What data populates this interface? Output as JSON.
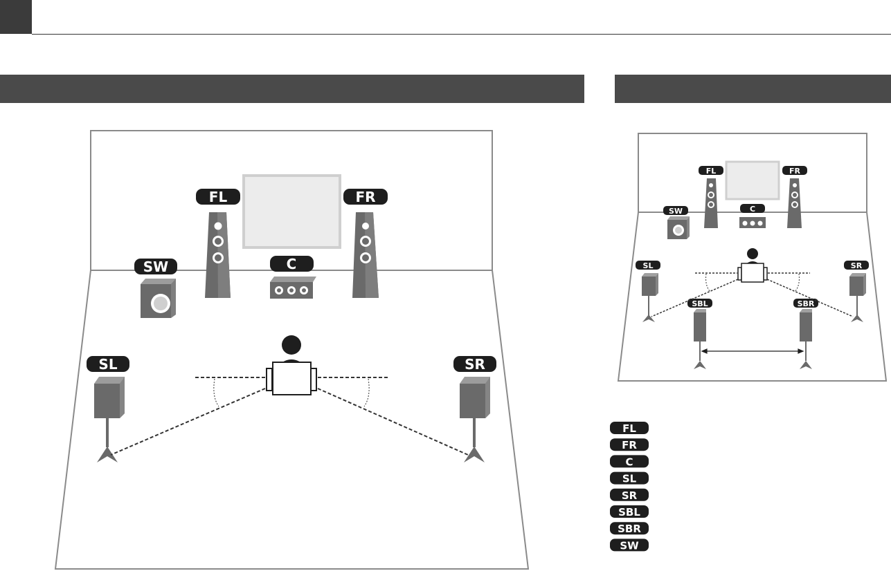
{
  "header": {
    "title": ""
  },
  "sections": [
    {
      "id": "left",
      "title": ""
    },
    {
      "id": "right",
      "title": ""
    }
  ],
  "diagram_large": {
    "labels": {
      "fl": "FL",
      "fr": "FR",
      "c": "C",
      "sw": "SW",
      "sl": "SL",
      "sr": "SR"
    }
  },
  "diagram_small": {
    "labels": {
      "fl": "FL",
      "fr": "FR",
      "c": "C",
      "sw": "SW",
      "sl": "SL",
      "sr": "SR",
      "sbl": "SBL",
      "sbr": "SBR"
    }
  },
  "legend": [
    {
      "badge": "FL",
      "text": ""
    },
    {
      "badge": "FR",
      "text": ""
    },
    {
      "badge": "C",
      "text": ""
    },
    {
      "badge": "SL",
      "text": ""
    },
    {
      "badge": "SR",
      "text": ""
    },
    {
      "badge": "SBL",
      "text": ""
    },
    {
      "badge": "SBR",
      "text": ""
    },
    {
      "badge": "SW",
      "text": ""
    }
  ],
  "colors": {
    "badge": "#1e1e1e",
    "speaker_dark": "#6e6e6e",
    "speaker_light": "#9a9a9a",
    "tv_fill": "#ececec",
    "tv_border": "#cfcfcf",
    "room_line": "#8a8a8a",
    "band": "#4a4a4a",
    "corner": "#3b3b3b"
  }
}
